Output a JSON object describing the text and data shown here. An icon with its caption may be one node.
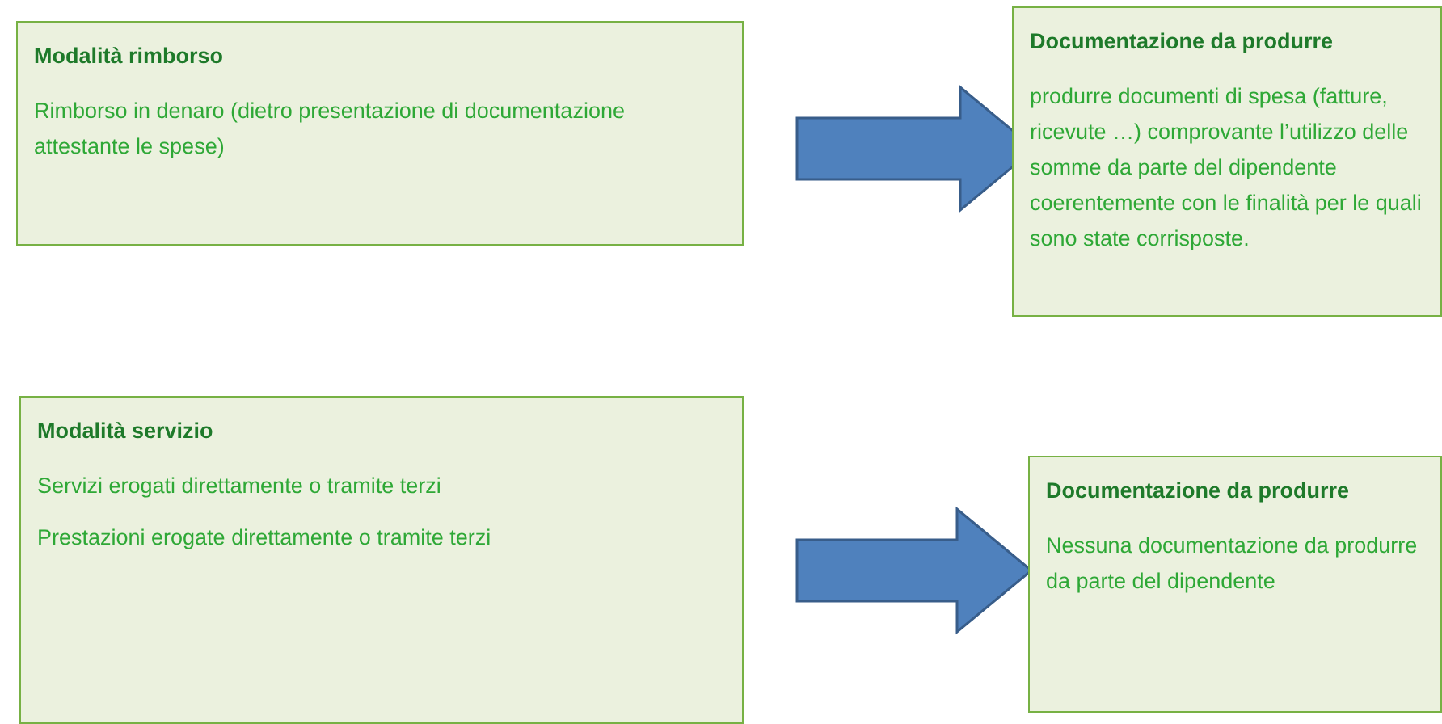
{
  "diagram": {
    "nodes": [
      {
        "text": [
          "Modalità rimborso",
          "Rimborso in denaro (dietro presentazione di documentazione attestante le spese)"
        ]
      },
      {
        "text": [
          "Documentazione da produrre",
          "produrre documenti di spesa (fatture, ricevute …) comprovante l’utilizzo delle somme da parte del dipendente coerentemente con le finalità per le quali sono state corrisposte."
        ]
      },
      {
        "text": [
          "Modalità servizio",
          "Servizi erogati direttamente o tramite terzi",
          "Prestazioni erogate direttamente o tramite terzi"
        ]
      },
      {
        "text": [
          "Documentazione da produrre",
          "Nessuna documentazione da produrre da parte del dipendente"
        ]
      }
    ],
    "edges": [
      {
        "from": 0,
        "to": 1,
        "arrow": "to",
        "style": "thick"
      },
      {
        "from": 2,
        "to": 3,
        "arrow": "to",
        "style": "thick"
      }
    ]
  }
}
